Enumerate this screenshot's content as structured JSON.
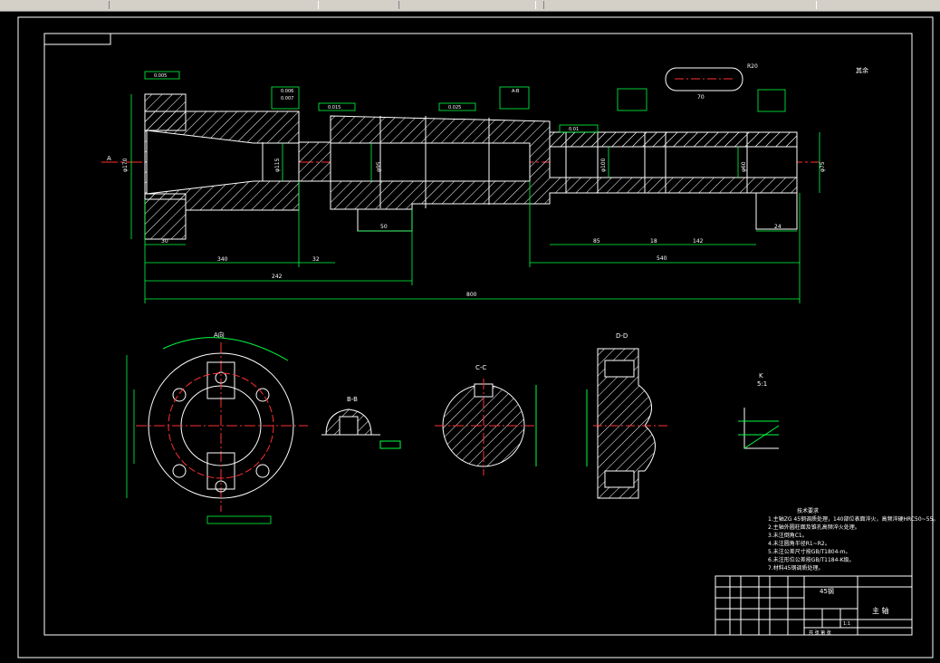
{
  "drawing": {
    "view_labels": {
      "section_a": "A",
      "section_b": "B-B",
      "section_c": "C-C",
      "section_d": "D-D",
      "detail_k": "K",
      "detail_k_scale": "5:1",
      "view_a_top": "A向",
      "corner_note": "其余"
    },
    "dimensions": {
      "overall_length": "800",
      "length_540": "540",
      "length_340": "340",
      "length_32": "32",
      "length_30": "30",
      "length_50": "50",
      "length_85": "85",
      "length_18": "18",
      "length_142": "142",
      "length_24": "24",
      "length_242": "242",
      "length_70": "70",
      "keyway_r20": "R20",
      "dia_75": "φ75",
      "dia_60": "φ60",
      "dia_115": "φ115",
      "dia_95": "φ95",
      "dia_100": "φ100",
      "dia_170": "φ170"
    },
    "tolerances": {
      "t1": "0.005",
      "t2": "0.006",
      "t3": "0.007",
      "t4": "0.015",
      "t5": "0.025",
      "t6": "0.01",
      "datum_ab": "A-B"
    },
    "tech_req": {
      "title": "技术要求",
      "lines": [
        "1.主轴ZG 45钢调质处理，140部位表面淬火，高频淬硬HRC50~55。",
        "2.主轴外圆柱面及锥孔高频淬火处理。",
        "3.未注倒角C1。",
        "4.未注圆角半径R1~R2。",
        "5.未注公差尺寸按GB/T1804-m。",
        "6.未注形位公差按GB/T1184-K级。",
        "7.材料45钢调质处理。"
      ]
    },
    "title_block": {
      "part_name": "主 轴",
      "material": "45钢",
      "scale": "1:1",
      "sheet": "共 张 第 张"
    }
  }
}
